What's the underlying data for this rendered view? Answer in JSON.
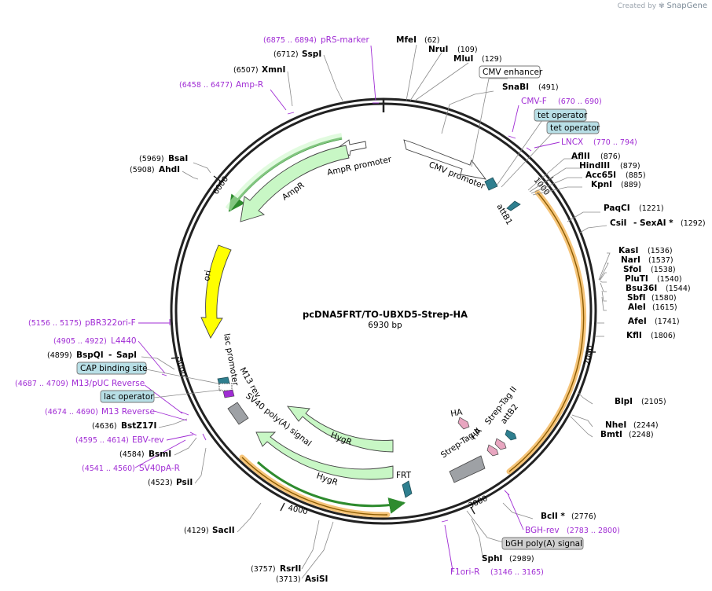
{
  "watermark": {
    "prefix": "Created by",
    "brand": "SnapGene"
  },
  "plasmid": {
    "name": "pcDNA5FRT/TO-UBXD5-Strep-HA",
    "length_label": "6930 bp"
  },
  "ticks": [
    "1000",
    "2000",
    "3000",
    "4000",
    "5000",
    "6000"
  ],
  "enzymes": [
    {
      "name": "MfeI",
      "pos": "(62)"
    },
    {
      "name": "NruI",
      "pos": "(109)"
    },
    {
      "name": "MluI",
      "pos": "(129)"
    },
    {
      "name": "SnaBI",
      "pos": "(491)"
    },
    {
      "name": "AflII",
      "pos": "(876)"
    },
    {
      "name": "HindIII",
      "pos": "(879)"
    },
    {
      "name": "Acc65I",
      "pos": "(885)"
    },
    {
      "name": "KpnI",
      "pos": "(889)"
    },
    {
      "name": "PaqCI",
      "pos": "(1221)"
    },
    {
      "name": "CsiI",
      "pos": ""
    },
    {
      "name": "SexAI *",
      "pos": "(1292)"
    },
    {
      "name": "KasI",
      "pos": "(1536)"
    },
    {
      "name": "NarI",
      "pos": "(1537)"
    },
    {
      "name": "SfoI",
      "pos": "(1538)"
    },
    {
      "name": "PluTI",
      "pos": "(1540)"
    },
    {
      "name": "Bsu36I",
      "pos": "(1544)"
    },
    {
      "name": "SbfI",
      "pos": "(1580)"
    },
    {
      "name": "AleI",
      "pos": "(1615)"
    },
    {
      "name": "AfeI",
      "pos": "(1741)"
    },
    {
      "name": "KflI",
      "pos": "(1806)"
    },
    {
      "name": "BlpI",
      "pos": "(2105)"
    },
    {
      "name": "NheI",
      "pos": "(2244)"
    },
    {
      "name": "BmtI",
      "pos": "(2248)"
    },
    {
      "name": "BclI *",
      "pos": "(2776)"
    },
    {
      "name": "SphI",
      "pos": "(2989)"
    },
    {
      "name": "RsrII",
      "pos": "(3757)"
    },
    {
      "name": "AsiSI",
      "pos": "(3713)"
    },
    {
      "name": "SacII",
      "pos": "(4129)"
    },
    {
      "name": "PsiI",
      "pos": "(4523)"
    },
    {
      "name": "BsmI",
      "pos": "(4584)"
    },
    {
      "name": "BstZ17I",
      "pos": "(4636)"
    },
    {
      "name": "BspQI",
      "pos": "(4899)"
    },
    {
      "name": "SapI",
      "pos": ""
    },
    {
      "name": "AhdI",
      "pos": "(5908)"
    },
    {
      "name": "BsaI",
      "pos": "(5969)"
    },
    {
      "name": "XmnI",
      "pos": "(6507)"
    },
    {
      "name": "SspI",
      "pos": "(6712)"
    }
  ],
  "primers": [
    {
      "name": "pRS-marker",
      "range": "(6875 .. 6894)"
    },
    {
      "name": "Amp-R",
      "range": "(6458 .. 6477)"
    },
    {
      "name": "CMV-F",
      "range": "(670 .. 690)"
    },
    {
      "name": "LNCX",
      "range": "(770 .. 794)"
    },
    {
      "name": "pBR322ori-F",
      "range": "(5156 .. 5175)"
    },
    {
      "name": "L4440",
      "range": "(4905 .. 4922)"
    },
    {
      "name": "M13/pUC Reverse",
      "range": "(4687 .. 4709)"
    },
    {
      "name": "M13 Reverse",
      "range": "(4674 .. 4690)"
    },
    {
      "name": "EBV-rev",
      "range": "(4595 .. 4614)"
    },
    {
      "name": "SV40pA-R",
      "range": "(4541 .. 4560)"
    },
    {
      "name": "BGH-rev",
      "range": "(2783 .. 2800)"
    },
    {
      "name": "F1ori-R",
      "range": "(3146 .. 3165)"
    }
  ],
  "boxed_features": [
    {
      "name": "CMV enhancer"
    },
    {
      "name": "tet operator"
    },
    {
      "name": "tet operator"
    },
    {
      "name": "CAP binding site"
    },
    {
      "name": "lac operator"
    },
    {
      "name": "bGH poly(A) signal"
    }
  ],
  "features": [
    {
      "name": "CMV promoter"
    },
    {
      "name": "attB1"
    },
    {
      "name": "AmpR promoter"
    },
    {
      "name": "AmpR"
    },
    {
      "name": "ori"
    },
    {
      "name": "lac promoter"
    },
    {
      "name": "M13 rev"
    },
    {
      "name": "SV40 poly(A) signal"
    },
    {
      "name": "HygR"
    },
    {
      "name": "HygR"
    },
    {
      "name": "FRT"
    },
    {
      "name": "HA"
    },
    {
      "name": "Strep-Tag II"
    },
    {
      "name": "attB2"
    },
    {
      "name": "Strep-Tag II"
    },
    {
      "name": "HA"
    }
  ],
  "colors": {
    "backbone": "#222222",
    "orf_highlight": "#f6c57a",
    "orf_line": "#8a5a00",
    "promoter_fill": "#ffffff",
    "marker_fill": "#c8f7c5",
    "ori_fill": "#ffff00",
    "reg_fill": "#2f7f8f",
    "primer": "#a02cd4",
    "box_teal": "#b8dfe6",
    "box_grey": "#d0d0d0",
    "tag_pink": "#e8a6c0",
    "grey_block": "#9ea1a5"
  }
}
